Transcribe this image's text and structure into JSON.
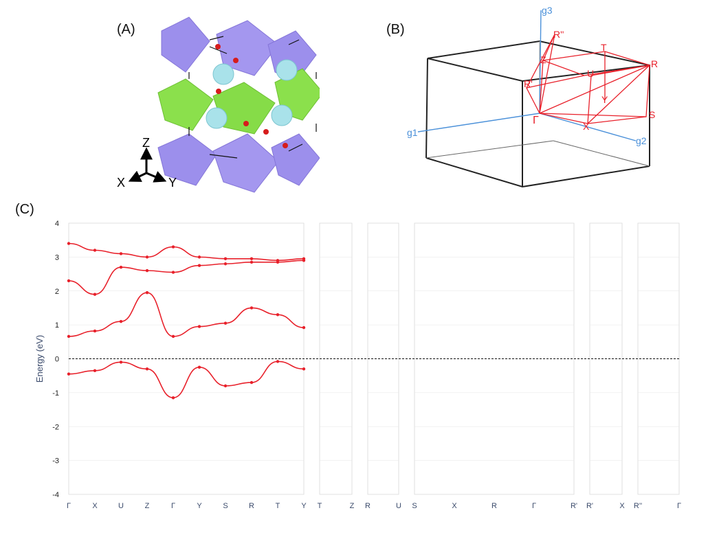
{
  "panels": {
    "a": {
      "label": "(A)",
      "axes": {
        "z": "Z",
        "x": "X",
        "y": "Y"
      }
    },
    "b": {
      "label": "(B)",
      "axes": {
        "g1": "g1",
        "g2": "g2",
        "g3": "g3"
      },
      "points": {
        "gamma": "Γ",
        "r_double_prime": "R''",
        "r_prime": "R'",
        "r": "R",
        "z": "Z",
        "t": "T",
        "u": "U",
        "y": "Y",
        "s": "S",
        "x": "X"
      }
    },
    "c": {
      "label": "(C)"
    }
  },
  "colors": {
    "bands": "#e8202a",
    "bands_alt": "#3a5bd9",
    "blue_axis": "#4a90d9",
    "octa_purple": "#9b8ee8",
    "octa_green": "#8be04c",
    "atom_cyan": "#a9e2ea",
    "atom_red": "#d61c1c"
  },
  "chart_data": {
    "type": "line",
    "title": "",
    "xlabel": "",
    "ylabel": "Energy (eV)",
    "ylim": [
      -4,
      4
    ],
    "yticks": [
      -4,
      -3,
      -2,
      -1,
      0,
      1,
      2,
      3,
      4
    ],
    "grid": true,
    "fermi_level": 0,
    "segments": [
      {
        "kpoints": [
          "Γ",
          "X",
          "U",
          "Z",
          "Γ",
          "Y",
          "S",
          "R",
          "T",
          "Y"
        ]
      },
      {
        "kpoints": [
          "T",
          "Z"
        ]
      },
      {
        "kpoints": [
          "R",
          "U"
        ]
      },
      {
        "kpoints": [
          "S",
          "X",
          "R",
          "Γ",
          "R'"
        ]
      },
      {
        "kpoints": [
          "R'",
          "X"
        ]
      },
      {
        "kpoints": [
          "R''",
          "Γ"
        ]
      }
    ],
    "xtick_labels": [
      "Γ",
      "X",
      "U",
      "Z",
      "Γ",
      "Y",
      "S",
      "R",
      "T",
      "Y",
      "T",
      "Z",
      "R",
      "U",
      "S",
      "X",
      "R",
      "Γ",
      "R'",
      "R'",
      "X",
      "R''",
      "Γ"
    ],
    "series": [
      {
        "values": [
          0.66,
          0.82,
          1.1,
          1.95,
          0.66,
          0.95,
          1.05,
          1.5,
          1.3,
          0.92
        ]
      },
      {
        "values": [
          -0.45,
          -0.35,
          -0.1,
          -0.3,
          -1.15,
          -0.25,
          -0.8,
          -0.7,
          -0.08,
          -0.3
        ]
      },
      {
        "values": [
          2.3,
          1.9,
          2.7,
          2.6,
          2.55,
          2.75,
          2.8,
          2.85,
          2.85,
          2.9
        ]
      },
      {
        "values": [
          3.4,
          3.2,
          3.1,
          3.0,
          3.3,
          3.0,
          2.95,
          2.95,
          2.9,
          2.95
        ]
      }
    ]
  }
}
